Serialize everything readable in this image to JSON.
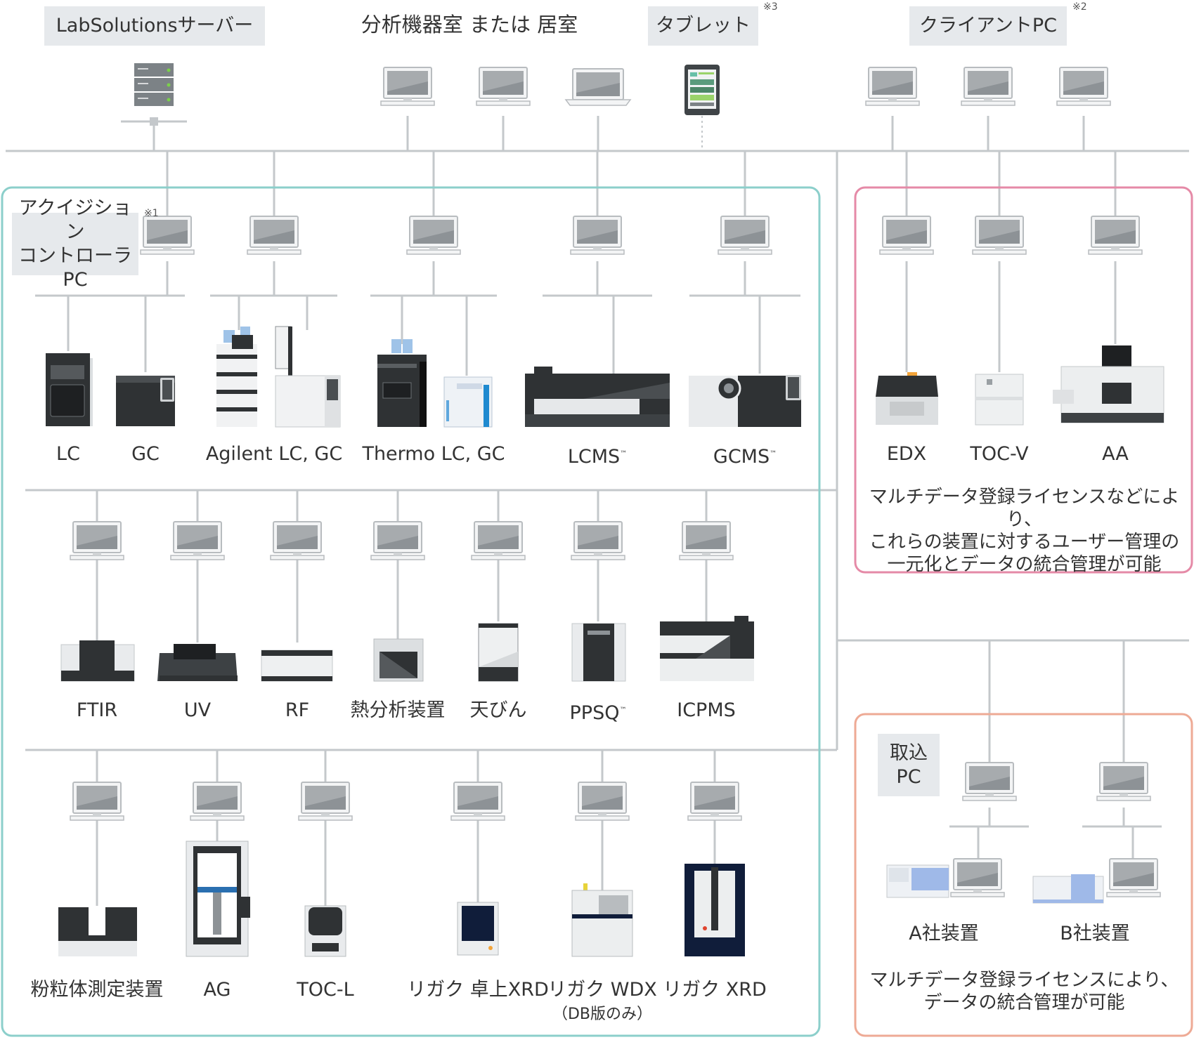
{
  "header": {
    "server": "LabSolutionsサーバー",
    "room": "分析機器室 または 居室",
    "tablet": "タブレット",
    "tablet_note": "※3",
    "client": "クライアントPC",
    "client_note": "※2"
  },
  "acq": {
    "label_line1": "アクイジション",
    "label_line2": "コントローラPC",
    "note": "※1"
  },
  "row1": [
    "LC",
    "GC",
    "Agilent LC, GC",
    "Thermo LC, GC",
    "LCMS",
    "GCMS"
  ],
  "tm": "™",
  "row2": [
    "FTIR",
    "UV",
    "RF",
    "熱分析装置",
    "天びん",
    "PPSQ",
    "ICPMS"
  ],
  "row3": [
    "粉粒体測定装置",
    "AG",
    "TOC-L",
    "リガク 卓上XRD",
    "リガク WDX",
    "リガク XRD"
  ],
  "row3_sub": "（DB版のみ）",
  "pink": {
    "devices": [
      "EDX",
      "TOC-V",
      "AA"
    ],
    "desc": [
      "マルチデータ登録ライセンスなどにより、",
      "これらの装置に対するユーザー管理の",
      "一元化とデータの統合管理が可能"
    ]
  },
  "orange": {
    "label_line1": "取込",
    "label_line2": "PC",
    "devices": [
      "A社装置",
      "B社装置"
    ],
    "desc": [
      "マルチデータ登録ライセンスにより、",
      "データの統合管理が可能"
    ]
  },
  "colors": {
    "teal": "#8ccfcb",
    "pink": "#e58aa7",
    "orange": "#eeaa95",
    "line": "#c4c8cb",
    "tag_bg": "#e6e9ec"
  },
  "icons": [
    "server-icon",
    "pc-icon",
    "laptop-icon",
    "tablet-icon",
    "instrument-icon"
  ]
}
